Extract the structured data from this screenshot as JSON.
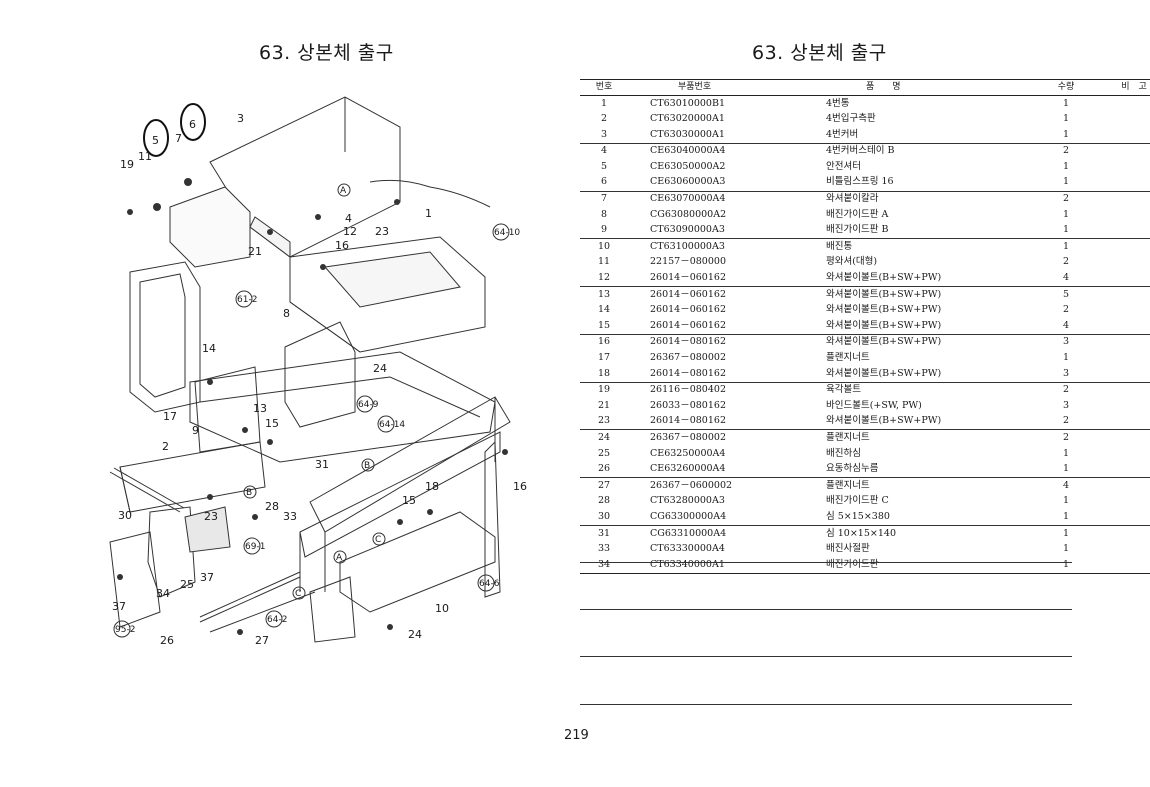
{
  "page": {
    "title_left": "63. 상본체 출구",
    "title_right": "63. 상본체 출구",
    "page_number": "219"
  },
  "table": {
    "headers": {
      "no": "번호",
      "part_number": "부품번호",
      "name": "품　　명",
      "qty": "수량",
      "remarks": "비　고"
    },
    "rows": [
      {
        "no": "1",
        "part_number": "CT63010000B1",
        "name": "4번통",
        "qty": "1"
      },
      {
        "no": "2",
        "part_number": "CT63020000A1",
        "name": "4번입구측판",
        "qty": "1"
      },
      {
        "no": "3",
        "part_number": "CT63030000A1",
        "name": "4번커버",
        "qty": "1"
      },
      {
        "no": "4",
        "part_number": "CE63040000A4",
        "name": "4번커버스테이 B",
        "qty": "2"
      },
      {
        "no": "5",
        "part_number": "CE63050000A2",
        "name": "안전셔터",
        "qty": "1"
      },
      {
        "no": "6",
        "part_number": "CE63060000A3",
        "name": "비틀림스프링 16",
        "qty": "1"
      },
      {
        "no": "7",
        "part_number": "CE63070000A4",
        "name": "와셔붙이칼라",
        "qty": "2"
      },
      {
        "no": "8",
        "part_number": "CG63080000A2",
        "name": "배진가이드판 A",
        "qty": "1"
      },
      {
        "no": "9",
        "part_number": "CT63090000A3",
        "name": "배진가이드판 B",
        "qty": "1"
      },
      {
        "no": "10",
        "part_number": "CT63100000A3",
        "name": "배진통",
        "qty": "1"
      },
      {
        "no": "11",
        "part_number": "22157－080000",
        "name": "평와셔(대형)",
        "qty": "2"
      },
      {
        "no": "12",
        "part_number": "26014－060162",
        "name": "와셔붙이볼트(B+SW+PW)",
        "qty": "4"
      },
      {
        "no": "13",
        "part_number": "26014－060162",
        "name": "와셔붙이볼트(B+SW+PW)",
        "qty": "5"
      },
      {
        "no": "14",
        "part_number": "26014－060162",
        "name": "와셔붙이볼트(B+SW+PW)",
        "qty": "2"
      },
      {
        "no": "15",
        "part_number": "26014－060162",
        "name": "와셔붙이볼트(B+SW+PW)",
        "qty": "4"
      },
      {
        "no": "16",
        "part_number": "26014－080162",
        "name": "와셔붙이볼트(B+SW+PW)",
        "qty": "3"
      },
      {
        "no": "17",
        "part_number": "26367－080002",
        "name": "플랜지너트",
        "qty": "1"
      },
      {
        "no": "18",
        "part_number": "26014－080162",
        "name": "와셔붙이볼트(B+SW+PW)",
        "qty": "3"
      },
      {
        "no": "19",
        "part_number": "26116－080402",
        "name": "육각볼트",
        "qty": "2"
      },
      {
        "no": "21",
        "part_number": "26033－080162",
        "name": "바인드볼트(+SW, PW)",
        "qty": "3"
      },
      {
        "no": "23",
        "part_number": "26014－080162",
        "name": "와셔붙이볼트(B+SW+PW)",
        "qty": "2"
      },
      {
        "no": "24",
        "part_number": "26367－080002",
        "name": "플랜지너트",
        "qty": "2"
      },
      {
        "no": "25",
        "part_number": "CE63250000A4",
        "name": "배진하심",
        "qty": "1"
      },
      {
        "no": "26",
        "part_number": "CE63260000A4",
        "name": "요동하심누름",
        "qty": "1"
      },
      {
        "no": "27",
        "part_number": "26367－0600002",
        "name": "플랜지너트",
        "qty": "4"
      },
      {
        "no": "28",
        "part_number": "CT63280000A3",
        "name": "배진가이드판 C",
        "qty": "1"
      },
      {
        "no": "30",
        "part_number": "CG63300000A4",
        "name": "심 5×15×380",
        "qty": "1"
      },
      {
        "no": "31",
        "part_number": "CG63310000A4",
        "name": "심 10×15×140",
        "qty": "1"
      },
      {
        "no": "33",
        "part_number": "CT63330000A4",
        "name": "배진사절판",
        "qty": "1"
      },
      {
        "no": "34",
        "part_number": "CT63340000A1",
        "name": "배진가이드판",
        "qty": "1"
      }
    ]
  },
  "diagram": {
    "callouts": [
      "3",
      "7",
      "19",
      "11",
      "4",
      "12",
      "23",
      "1",
      "16",
      "21",
      "8",
      "14",
      "24",
      "17",
      "13",
      "15",
      "9",
      "2",
      "31",
      "28",
      "33",
      "30",
      "23",
      "18",
      "15",
      "16",
      "37",
      "34",
      "25",
      "37",
      "26",
      "27",
      "10",
      "24"
    ],
    "circled_callouts": [
      "5",
      "6"
    ],
    "reference_labels": [
      "64-10",
      "61-2",
      "64-9",
      "64-14",
      "69-1",
      "64-2",
      "64-6",
      "95-2"
    ],
    "letter_markers": [
      "A",
      "B",
      "B",
      "C",
      "A",
      "C"
    ]
  }
}
